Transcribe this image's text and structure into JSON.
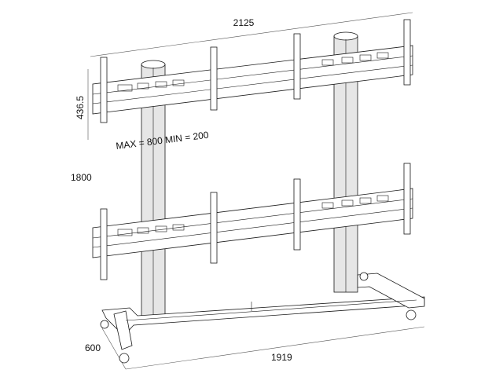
{
  "dimensions": {
    "total_width": "2125",
    "mount_height": "436.5",
    "mount_range": "MAX = 800 MIN = 200",
    "total_height": "1800",
    "depth": "600",
    "base_width": "1919"
  }
}
